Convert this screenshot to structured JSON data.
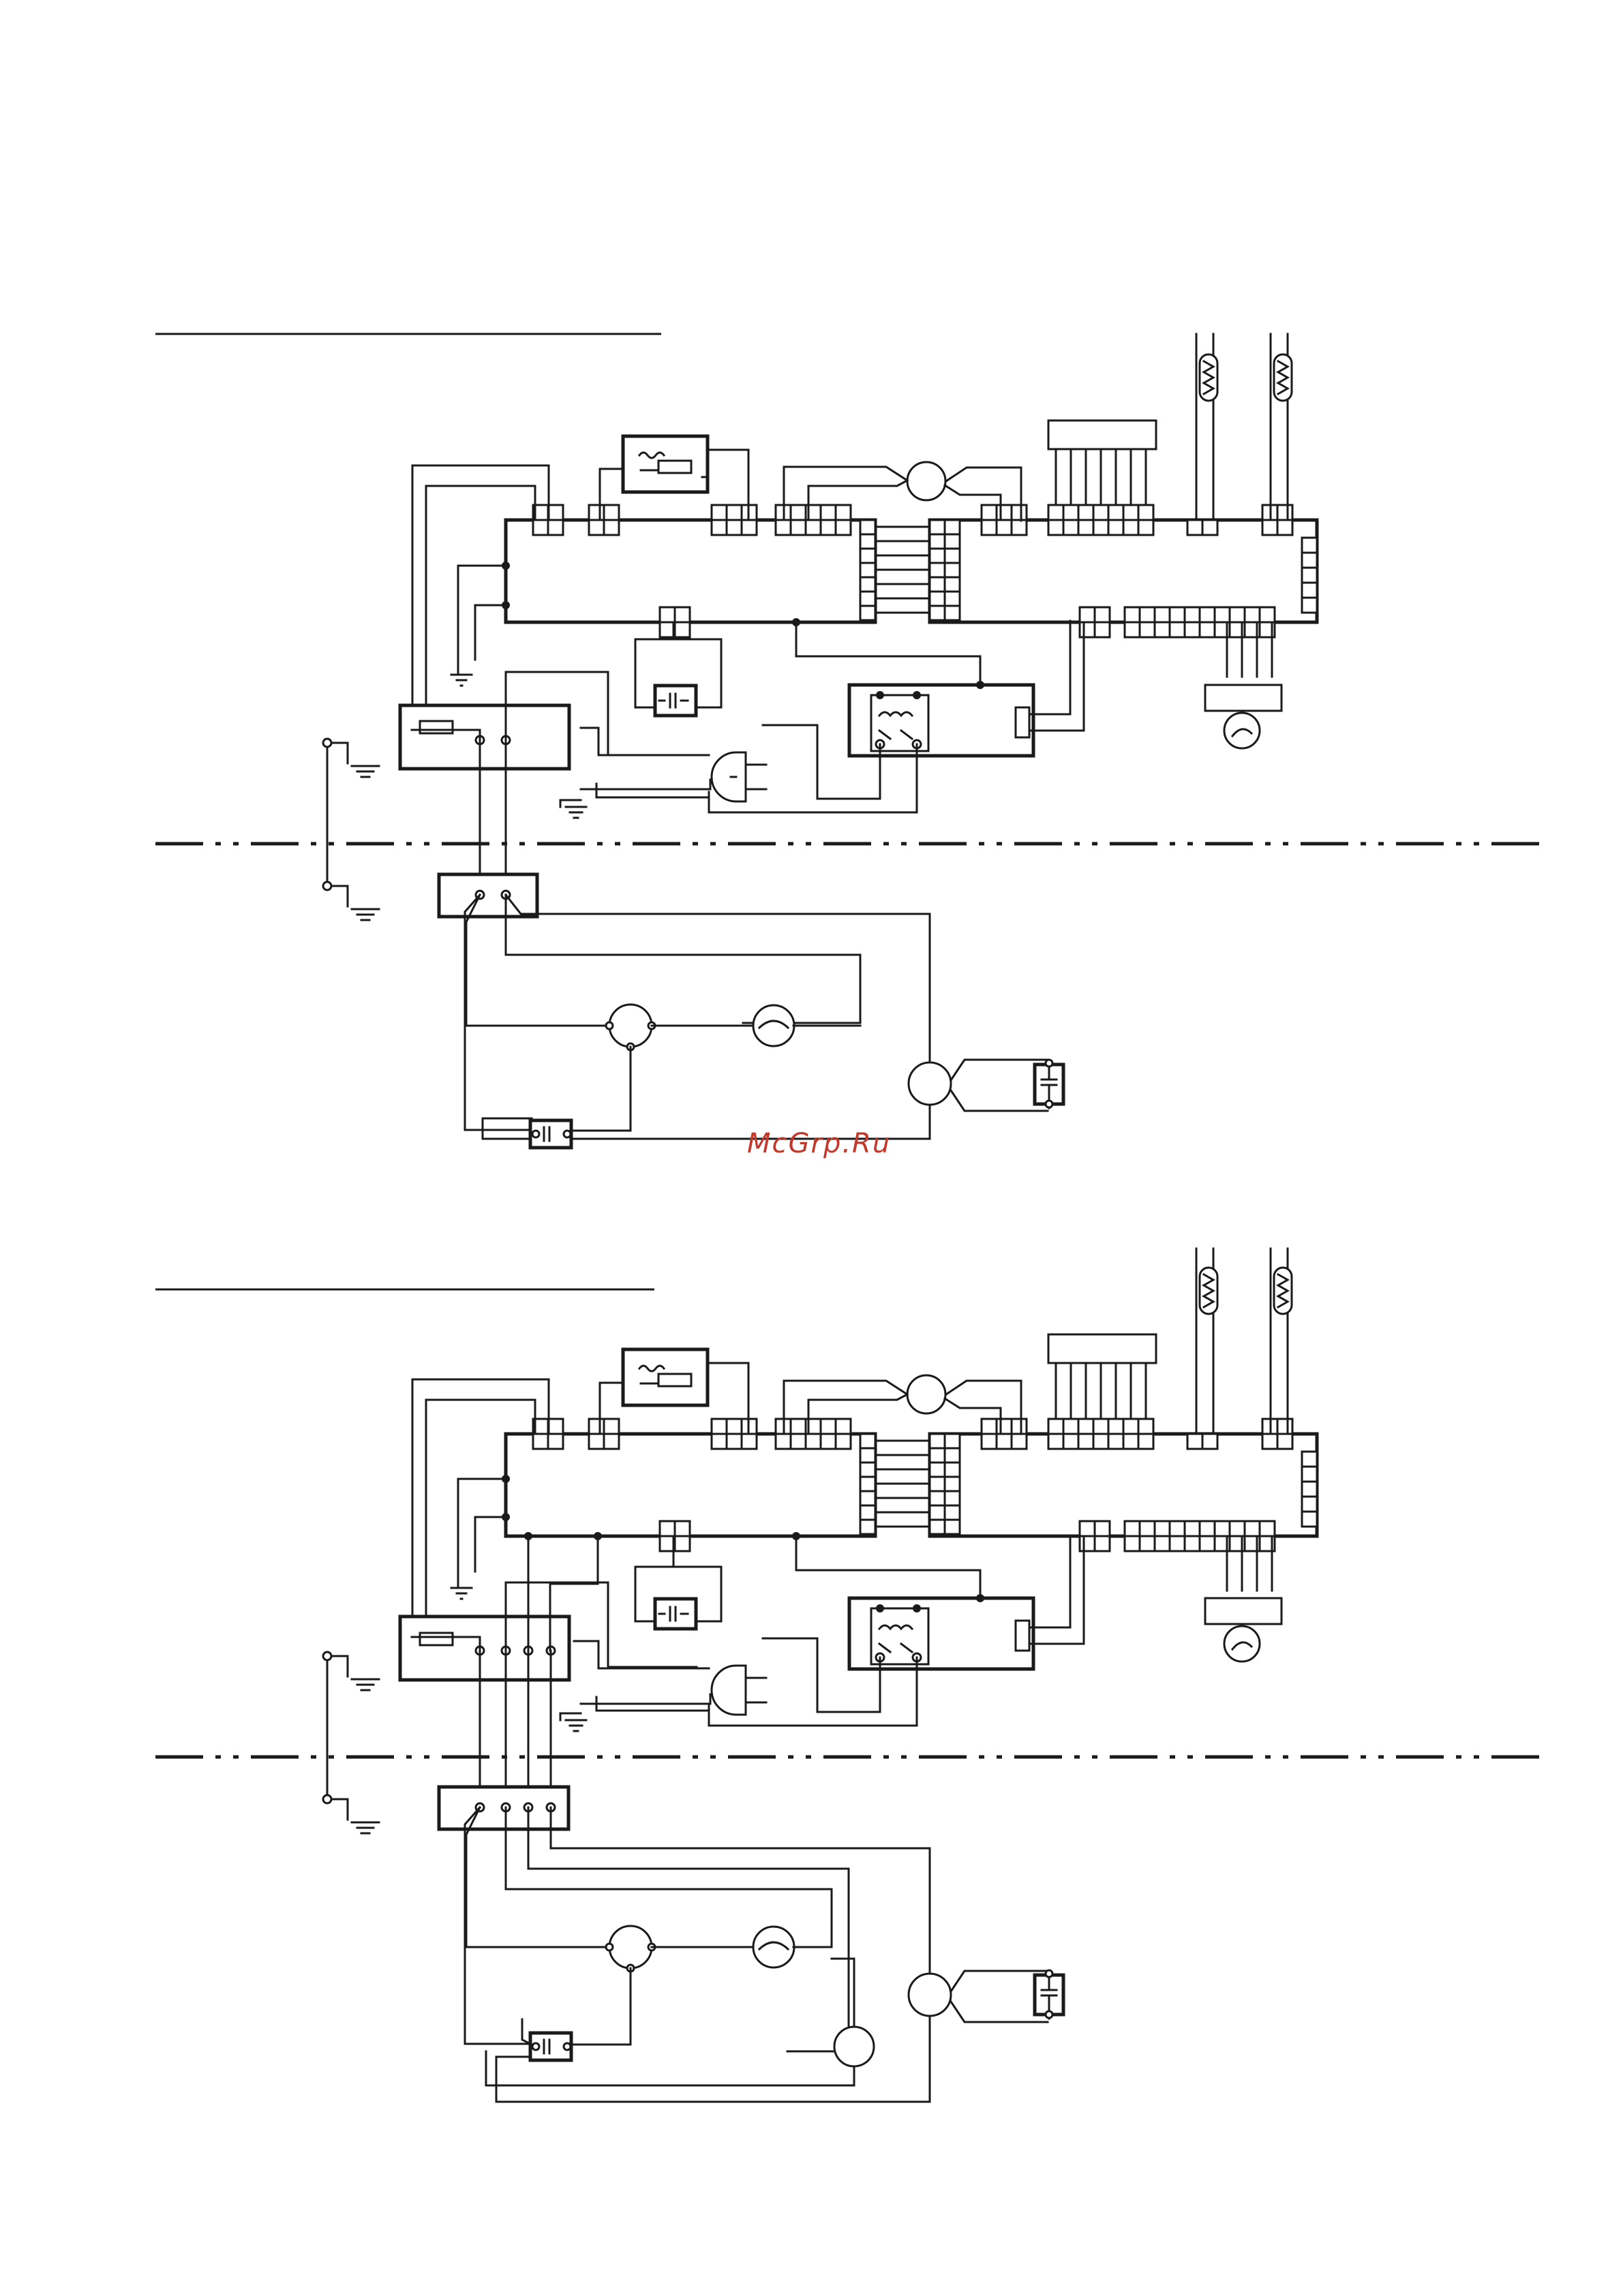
{
  "document": {
    "type": "wiring diagram",
    "diagrams": [
      {
        "id": "upper"
      },
      {
        "id": "lower"
      }
    ]
  },
  "watermark": {
    "text": "McGrp.Ru",
    "color": "#c0392b"
  },
  "colors": {
    "line": "#1a1a1a",
    "background": "#ffffff"
  }
}
